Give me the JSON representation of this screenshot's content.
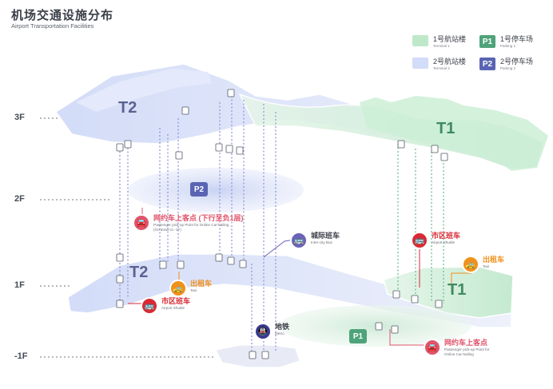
{
  "header": {
    "title": "机场交通设施分布",
    "subtitle": "Airport Transportation Facilities"
  },
  "floors": [
    "3F",
    "2F",
    "1F",
    "-1F"
  ],
  "legend": [
    {
      "swatch_color": "#bfe8c9",
      "label_cn": "1号航站楼",
      "label_en": "Terminal 1"
    },
    {
      "badge": "P1",
      "badge_color": "#4fa37a",
      "label_cn": "1号停车场",
      "label_en": "Parking 1"
    },
    {
      "swatch_color": "#d3dcf8",
      "label_cn": "2号航站楼",
      "label_en": "Terminal 2"
    },
    {
      "badge": "P2",
      "badge_color": "#5a64b4",
      "label_cn": "2号停车场",
      "label_en": "Parking 2"
    }
  ],
  "map_labels": {
    "t2_upper": "T2",
    "t1_upper": "T1",
    "t2_lower": "T2",
    "t1_lower": "T1",
    "p2": "P2",
    "p1": "P1"
  },
  "pois": [
    {
      "id": "rideshare-t2",
      "cn": "网约车上客点 (下行至负1层)",
      "en1": "Passenger pick-up Point for Online Car-hailing",
      "en2": "(Go down to -1F)",
      "color": "#e0546b",
      "icon": "car-icon"
    },
    {
      "id": "intercity-bus",
      "cn": "城际班车",
      "en1": "Inter-city Bus",
      "en2": "",
      "color": "#6b63b8",
      "icon": "bus-icon"
    },
    {
      "id": "city-shuttle-t1",
      "cn": "市区班车",
      "en1": "Airport Shuttle",
      "en2": "",
      "color": "#d82a33",
      "icon": "bus-icon"
    },
    {
      "id": "taxi-t1",
      "cn": "出租车",
      "en1": "Taxi",
      "en2": "",
      "color": "#f0911c",
      "icon": "taxi-icon"
    },
    {
      "id": "taxi-t2",
      "cn": "出租车",
      "en1": "Taxi",
      "en2": "",
      "color": "#f0911c",
      "icon": "taxi-icon"
    },
    {
      "id": "city-shuttle-t2",
      "cn": "市区班车",
      "en1": "Airport Shuttle",
      "en2": "",
      "color": "#d82a33",
      "icon": "bus-icon"
    },
    {
      "id": "metro",
      "cn": "地铁",
      "en1": "Metro",
      "en2": "",
      "color": "#3a3890",
      "icon": "metro-icon"
    },
    {
      "id": "rideshare-t1",
      "cn": "网约车上客点",
      "en1": "Passenger pick-up Point for",
      "en2": "Online Car-hailing",
      "color": "#e0546b",
      "icon": "car-icon"
    }
  ]
}
